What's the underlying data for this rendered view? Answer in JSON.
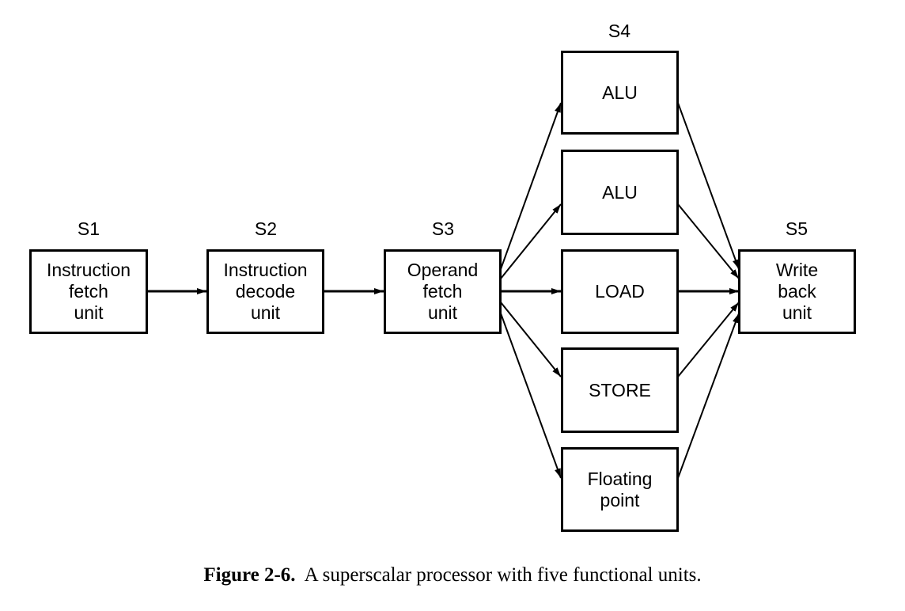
{
  "stages": {
    "s1": "S1",
    "s2": "S2",
    "s3": "S3",
    "s4": "S4",
    "s5": "S5"
  },
  "units": {
    "instruction_fetch": "Instruction\nfetch\nunit",
    "instruction_decode": "Instruction\ndecode\nunit",
    "operand_fetch": "Operand\nfetch\nunit",
    "alu_1": "ALU",
    "alu_2": "ALU",
    "load": "LOAD",
    "store": "STORE",
    "floating_point": "Floating\npoint",
    "write_back": "Write\nback\nunit"
  },
  "caption": {
    "label": "Figure 2-6.",
    "text": "A superscalar processor with five functional units."
  }
}
